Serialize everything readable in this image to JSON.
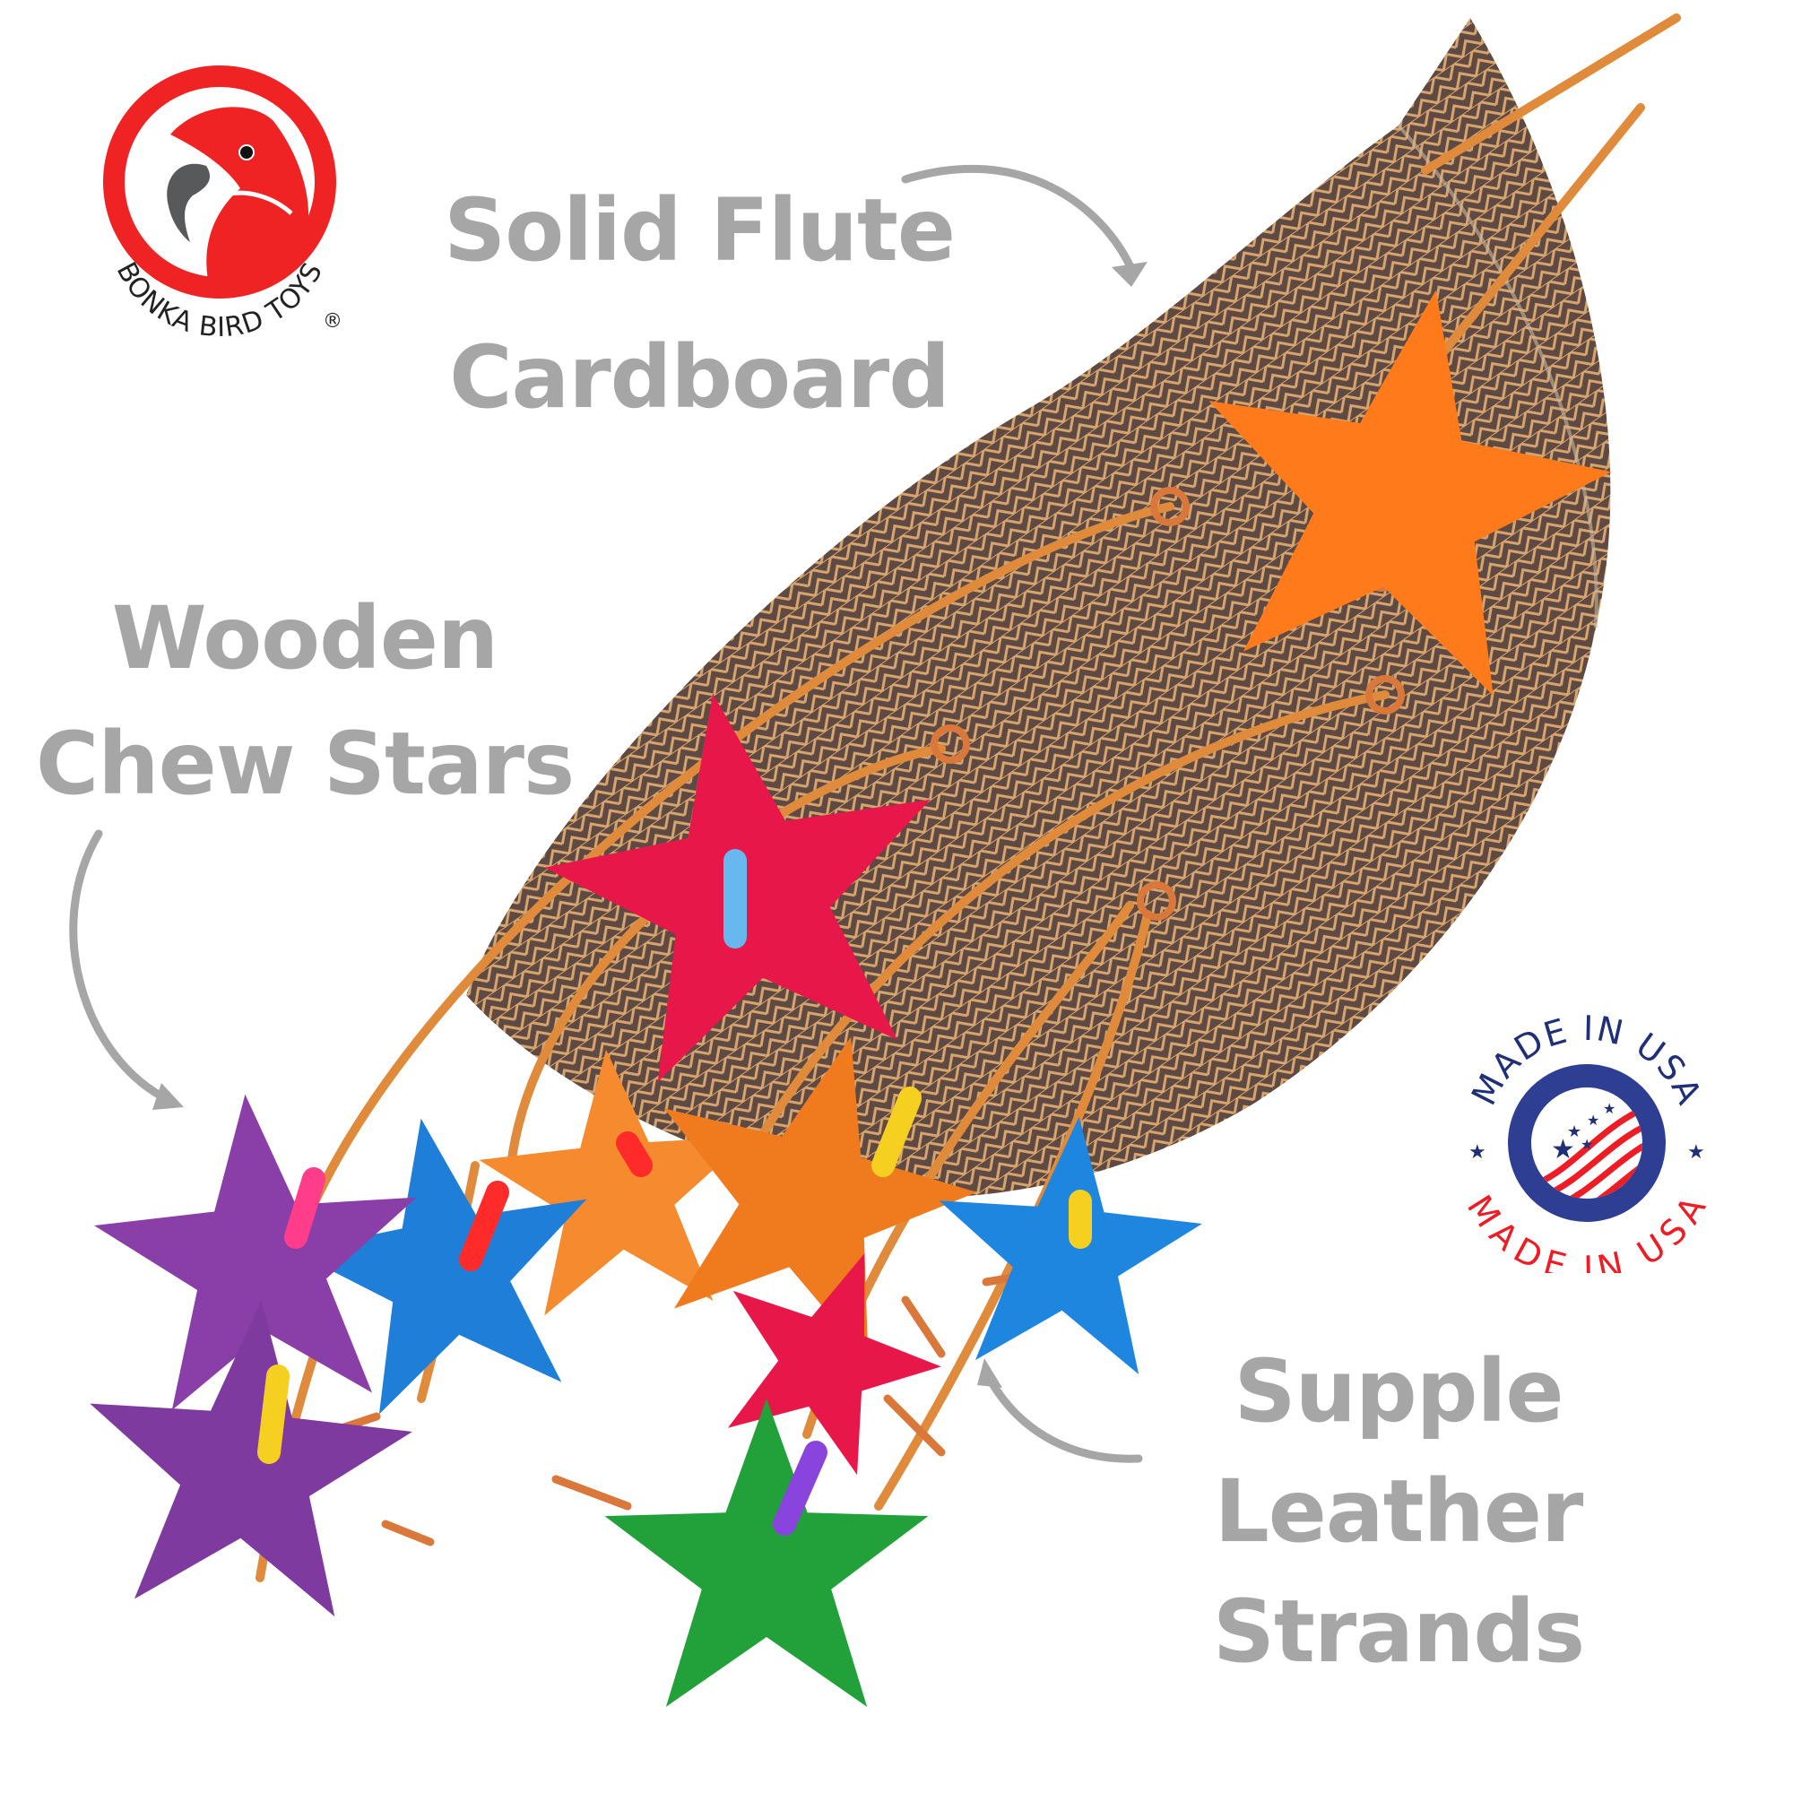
{
  "brand": {
    "name": "BONKA BIRD TOYS",
    "registered_mark": "®",
    "primary_color": "#ef2323",
    "beak_color": "#58595b"
  },
  "badge": {
    "top_text": "MADE IN USA",
    "bottom_text": "MADE IN USA",
    "ring_color": "#2e3f93",
    "top_text_color": "#1f2f78",
    "bottom_text_color": "#ee1c24"
  },
  "callouts": [
    {
      "id": "cardboard",
      "lines": [
        "Solid Flute",
        "Cardboard"
      ]
    },
    {
      "id": "stars",
      "lines": [
        "Wooden",
        "Chew Stars"
      ]
    },
    {
      "id": "leather",
      "lines": [
        "Supple",
        "Leather",
        "Strands"
      ]
    }
  ],
  "label_color": "#a6a6a6",
  "product": {
    "cardboard_color": "#8a6a4e",
    "leather_color": "#e08a3c",
    "stars": [
      {
        "color": "#ff7a1a",
        "name": "orange-top"
      },
      {
        "color": "#e8174a",
        "name": "red-center"
      },
      {
        "color": "#f07a1e",
        "name": "orange-mid"
      },
      {
        "color": "#f58a2e",
        "name": "orange-left"
      },
      {
        "color": "#1f7fd8",
        "name": "blue-left"
      },
      {
        "color": "#1f86e0",
        "name": "blue-right"
      },
      {
        "color": "#8a3fa8",
        "name": "purple-top"
      },
      {
        "color": "#8a3fa8",
        "name": "purple-bottom"
      },
      {
        "color": "#e8174a",
        "name": "red-bottom"
      },
      {
        "color": "#22a03a",
        "name": "green"
      }
    ],
    "beads": [
      "#ff3d8b",
      "#ff2a2a",
      "#f5d020",
      "#68b8f0",
      "#f5d020",
      "#8844dd",
      "#f5d020"
    ]
  }
}
